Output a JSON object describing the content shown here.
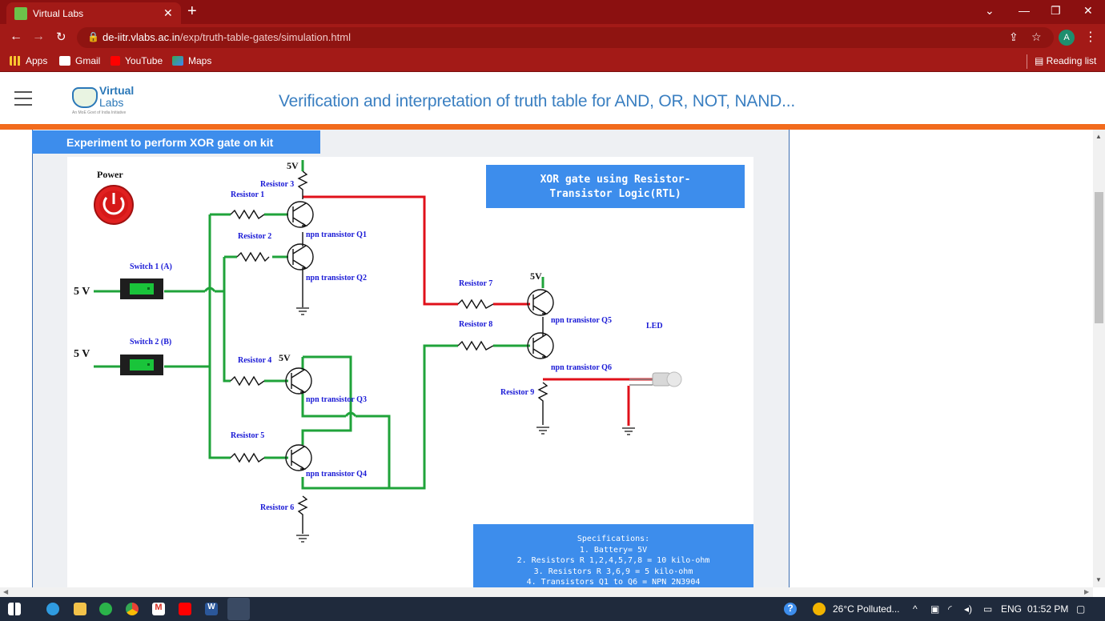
{
  "browser": {
    "tab_title": "Virtual Labs",
    "url_host": "de-iitr.vlabs.ac.in",
    "url_path": "/exp/truth-table-gates/simulation.html",
    "avatar_letter": "A",
    "bookmarks": [
      "Apps",
      "Gmail",
      "YouTube",
      "Maps"
    ],
    "reading_list": "Reading list"
  },
  "site": {
    "logo_line1": "Virtual",
    "logo_line2": "Labs",
    "logo_tagline": "An MoE Govt of India Initiative",
    "title": "Verification and interpretation of truth table for AND, OR, NOT, NAND..."
  },
  "experiment": {
    "heading": "Experiment to perform XOR gate on kit",
    "power_label": "Power",
    "info_box_line1": "XOR gate using Resistor-",
    "info_box_line2": "Transistor Logic(RTL)",
    "voltage_5v": "5 V",
    "vcc": "5V",
    "switch1": "Switch 1 (A)",
    "switch2": "Switch 2 (B)",
    "resistors": [
      "Resistor 1",
      "Resistor 2",
      "Resistor 3",
      "Resistor 4",
      "Resistor 5",
      "Resistor 6",
      "Resistor 7",
      "Resistor 8",
      "Resistor 9"
    ],
    "transistors": [
      "npn transistor Q1",
      "npn transistor Q2",
      "npn transistor Q3",
      "npn transistor Q4",
      "npn transistor Q5",
      "npn transistor Q6"
    ],
    "led": "LED",
    "specs": {
      "title": "Specifications:",
      "lines": [
        "1. Battery= 5V",
        "2. Resistors R 1,2,4,5,7,8 = 10 kilo-ohm",
        "3. Resistors R 3,6,9 = 5 kilo-ohm",
        "4. Transistors Q1 to Q6 = NPN 2N3904"
      ]
    }
  },
  "taskbar": {
    "weather": "26°C  Polluted...",
    "lang": "ENG",
    "time": "01:52 PM"
  },
  "colors": {
    "wire_active": "#1fa33a",
    "wire_red": "#e0101a",
    "accent_blue": "#3d8dec",
    "browser_red": "#a31a17",
    "orange": "#f26b1d"
  }
}
